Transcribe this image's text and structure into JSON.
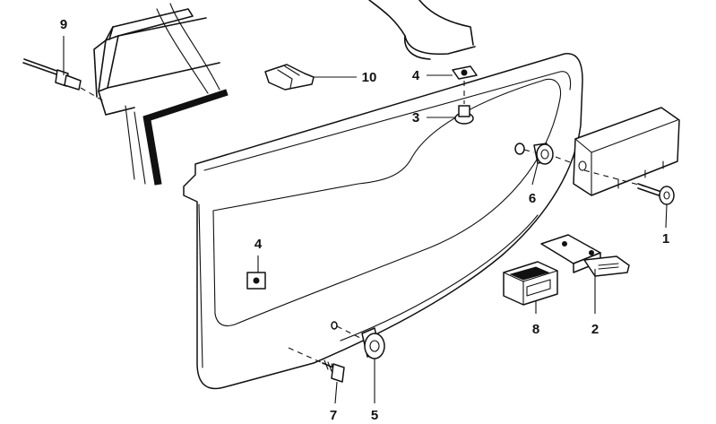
{
  "callouts": [
    {
      "id": "c1",
      "label": "1"
    },
    {
      "id": "c2",
      "label": "2"
    },
    {
      "id": "c3",
      "label": "3"
    },
    {
      "id": "c4a",
      "label": "4"
    },
    {
      "id": "c4b",
      "label": "4"
    },
    {
      "id": "c5",
      "label": "5"
    },
    {
      "id": "c6",
      "label": "6"
    },
    {
      "id": "c7",
      "label": "7"
    },
    {
      "id": "c8",
      "label": "8"
    },
    {
      "id": "c9",
      "label": "9"
    },
    {
      "id": "c10",
      "label": "10"
    }
  ],
  "colors": {
    "ink": "#111111",
    "background": "#ffffff"
  }
}
